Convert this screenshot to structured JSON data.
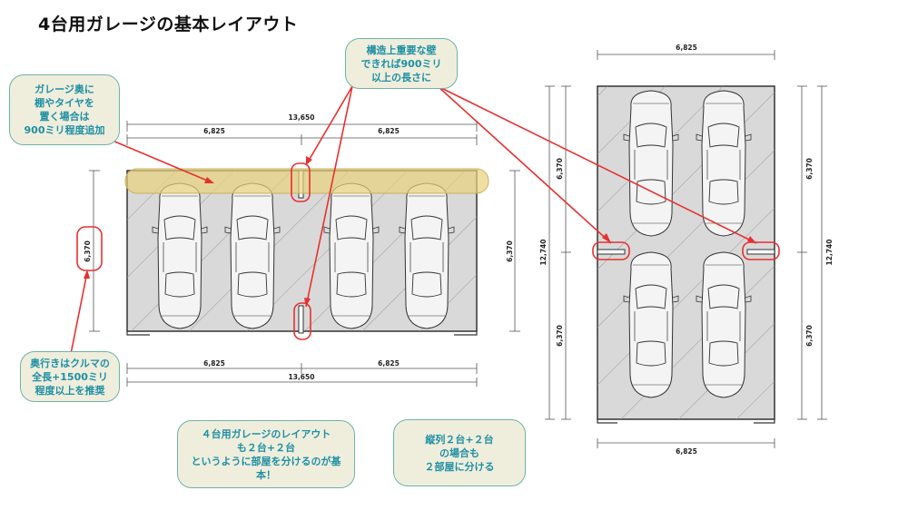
{
  "title": "4台用ガレージの基本レイアウト",
  "notes": {
    "wall": "構造上重要な壁\nできれば900ミリ\n以上の長さに",
    "storage": "ガレージ奥に\n棚やタイヤを\n置く場合は\n900ミリ程度追加",
    "depth": "奥行きはクルマの\n全長+1500ミリ\n程度以上を推奨",
    "layout4": "４台用ガレージのレイアウト\nも２台+２台\nというように部屋を分けるのが基本！",
    "tandem": "縦列２台+２台\nの場合も\n２部屋に分ける"
  },
  "dimensions": {
    "total_width": "13,650",
    "bay_width": "6,825",
    "depth": "6,370",
    "total_depth": "12,740"
  },
  "colors": {
    "note_text": "#1f8fa3",
    "note_bg": "#efeedd",
    "note_border": "#6fb3a6",
    "highlight": "#e8d27a",
    "callout": "#e83030",
    "floor": "#d9d9d9"
  }
}
